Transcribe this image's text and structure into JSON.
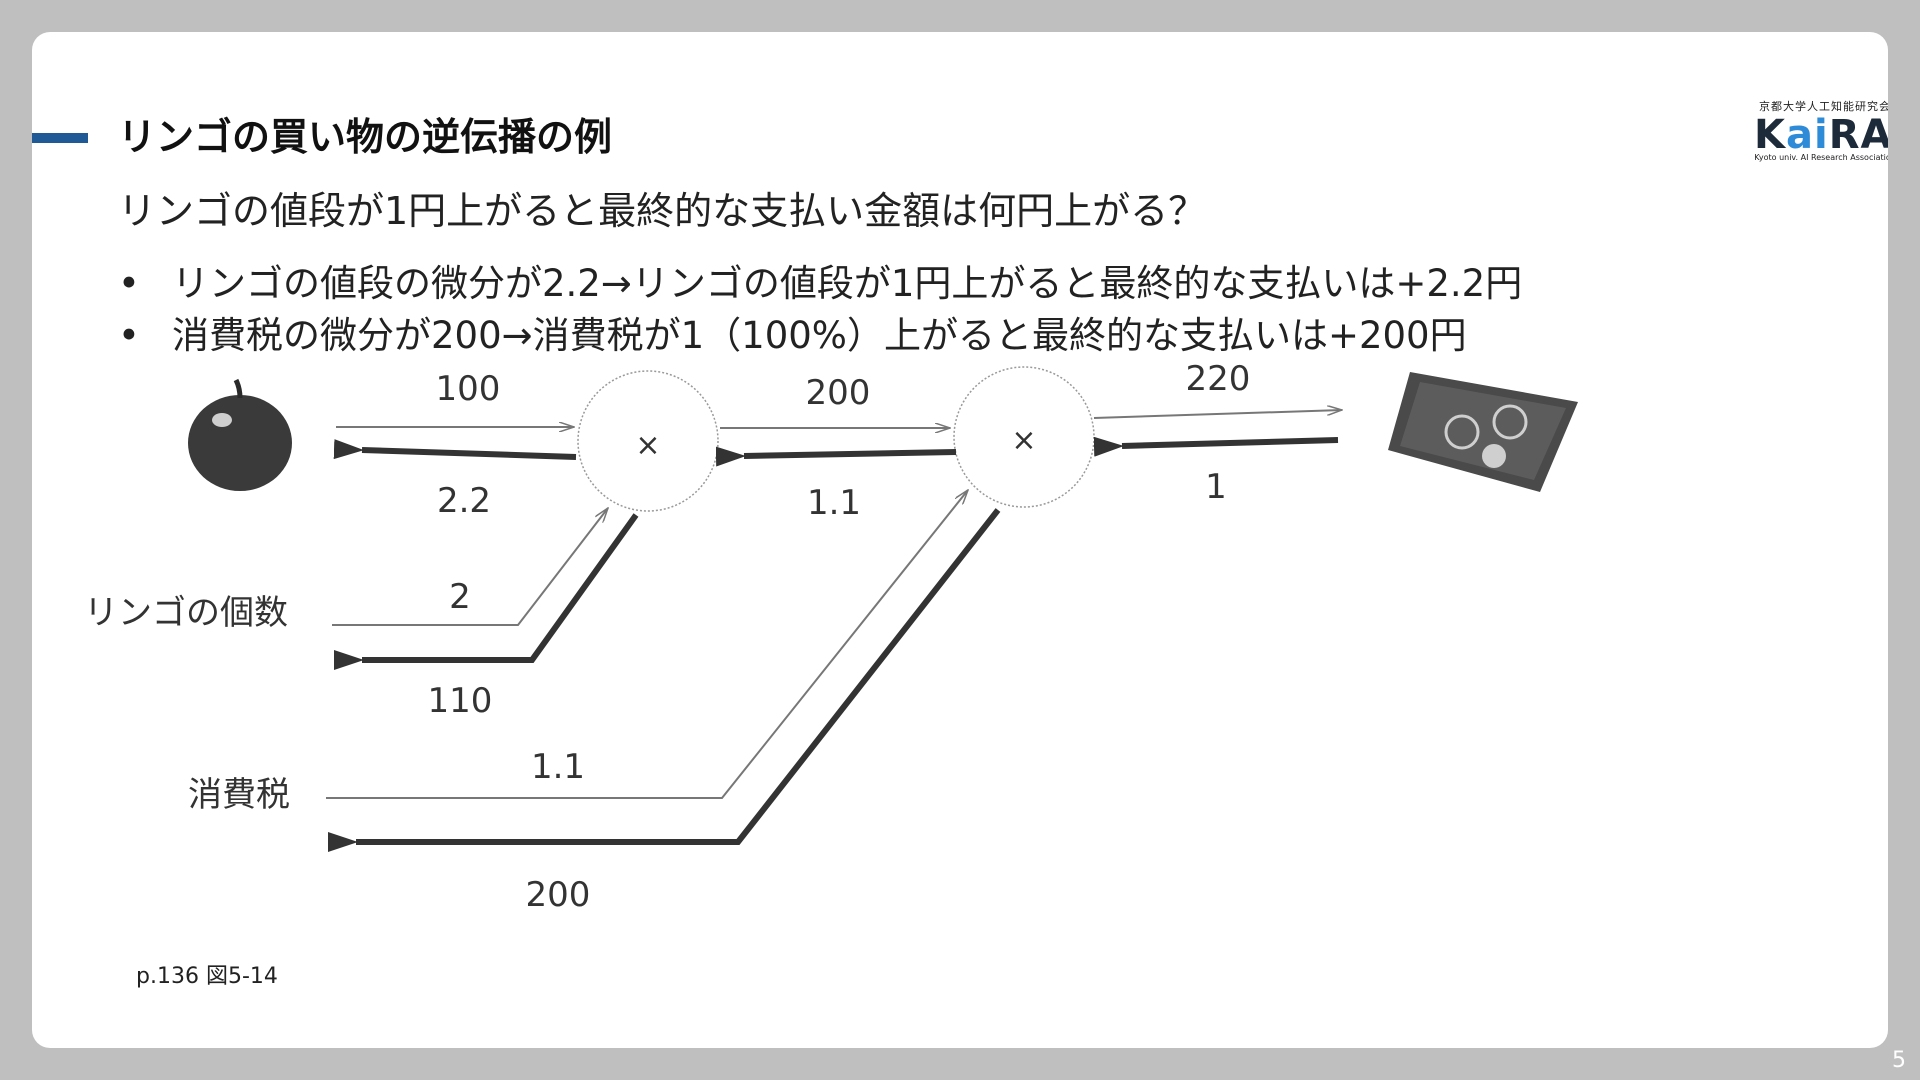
{
  "slide": {
    "title": "リンゴの買い物の逆伝播の例",
    "subtitle": "リンゴの値段が1円上がると最終的な支払い金額は何円上がる？",
    "bullets": [
      "リンゴの値段の微分が2.2→リンゴの値段が1円上がると最終的な支払いは+2.2円",
      "消費税の微分が200→消費税が1（100%）上がると最終的な支払いは+200円"
    ],
    "bullet_marker": "•",
    "caption": "p.136 図5-14",
    "page_number": "5"
  },
  "logo": {
    "jp": "京都大学人工知能研究会",
    "mark_k": "K",
    "mark_ai": "ai",
    "mark_ra": "RA",
    "en": "Kyoto univ. AI Research Association"
  },
  "diagram": {
    "nodes": {
      "mul1": "×",
      "mul2": "×"
    },
    "labels": {
      "apple_count": "リンゴの個数",
      "tax": "消費税"
    },
    "forward": {
      "apple_price": "100",
      "mul1_out": "200",
      "mul2_out": "220",
      "apple_count": "2",
      "tax": "1.1"
    },
    "backward": {
      "apple_price": "2.2",
      "mul1_out": "1.1",
      "mul2_out": "1",
      "apple_count": "110",
      "tax": "200"
    },
    "icons": [
      "apple-icon",
      "payment-tray-icon"
    ]
  }
}
